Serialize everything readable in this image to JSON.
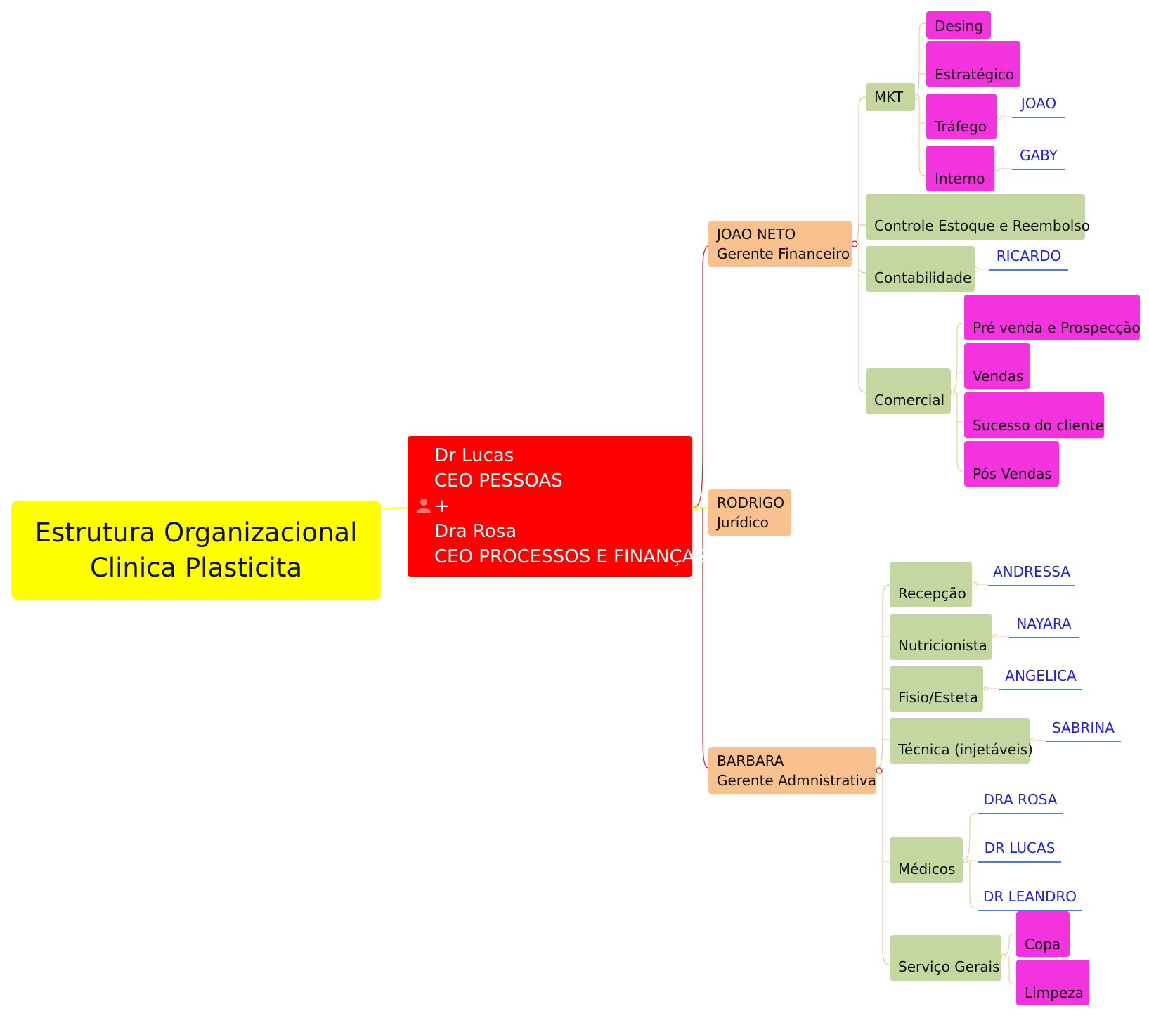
{
  "root": {
    "line1": "Estrutura Organizacional",
    "line2": "Clinica Plasticita"
  },
  "ceo": {
    "lines": [
      "Dr Lucas",
      "CEO PESSOAS",
      "+",
      "Dra Rosa",
      "CEO PROCESSOS E FINANÇAS"
    ],
    "icon": "person-icon"
  },
  "managers": {
    "joao": {
      "name": "JOAO NETO",
      "role": "Gerente Financeiro"
    },
    "rodrigo": {
      "name": "RODRIGO",
      "role": "Jurídico"
    },
    "barbara": {
      "name": "BARBARA",
      "role": "Gerente Admnistrativa"
    }
  },
  "financeiro": {
    "mkt": {
      "label": "MKT",
      "items": [
        "Desing",
        "Estratégico",
        "Tráfego",
        "Interno"
      ],
      "people": {
        "trafego": "JOAO",
        "interno": "GABY"
      }
    },
    "estoque": "Controle Estoque e Reembolso",
    "contabilidade": {
      "label": "Contabilidade",
      "person": "RICARDO"
    },
    "comercial": {
      "label": "Comercial",
      "items": [
        "Pré venda e Prospecção",
        "Vendas",
        "Sucesso do cliente",
        "Pós Vendas"
      ]
    }
  },
  "administrativo": {
    "recepcao": {
      "label": "Recepção",
      "person": "ANDRESSA"
    },
    "nutricionista": {
      "label": "Nutricionista",
      "person": "NAYARA"
    },
    "fisio": {
      "label": "Fisio/Esteta",
      "person": "ANGELICA"
    },
    "tecnica": {
      "label": "Técnica (injetáveis)",
      "person": "SABRINA"
    },
    "medicos": {
      "label": "Médicos",
      "people": [
        "DRA ROSA",
        "DR LUCAS",
        "DR LEANDRO"
      ]
    },
    "servicos": {
      "label": "Serviço Gerais",
      "items": [
        "Copa",
        "Limpeza"
      ]
    }
  },
  "colors": {
    "root": "#ffff00",
    "ceo": "#ff0000",
    "manager": "#f9c190",
    "department": "#c5d7a0",
    "subitem": "#f333dd",
    "person_text": "#2222dd",
    "person_underline": "#4a7ed8",
    "link_main": "#e02020",
    "link_branch": "#f2c48c",
    "link_root": "#f4f000"
  }
}
